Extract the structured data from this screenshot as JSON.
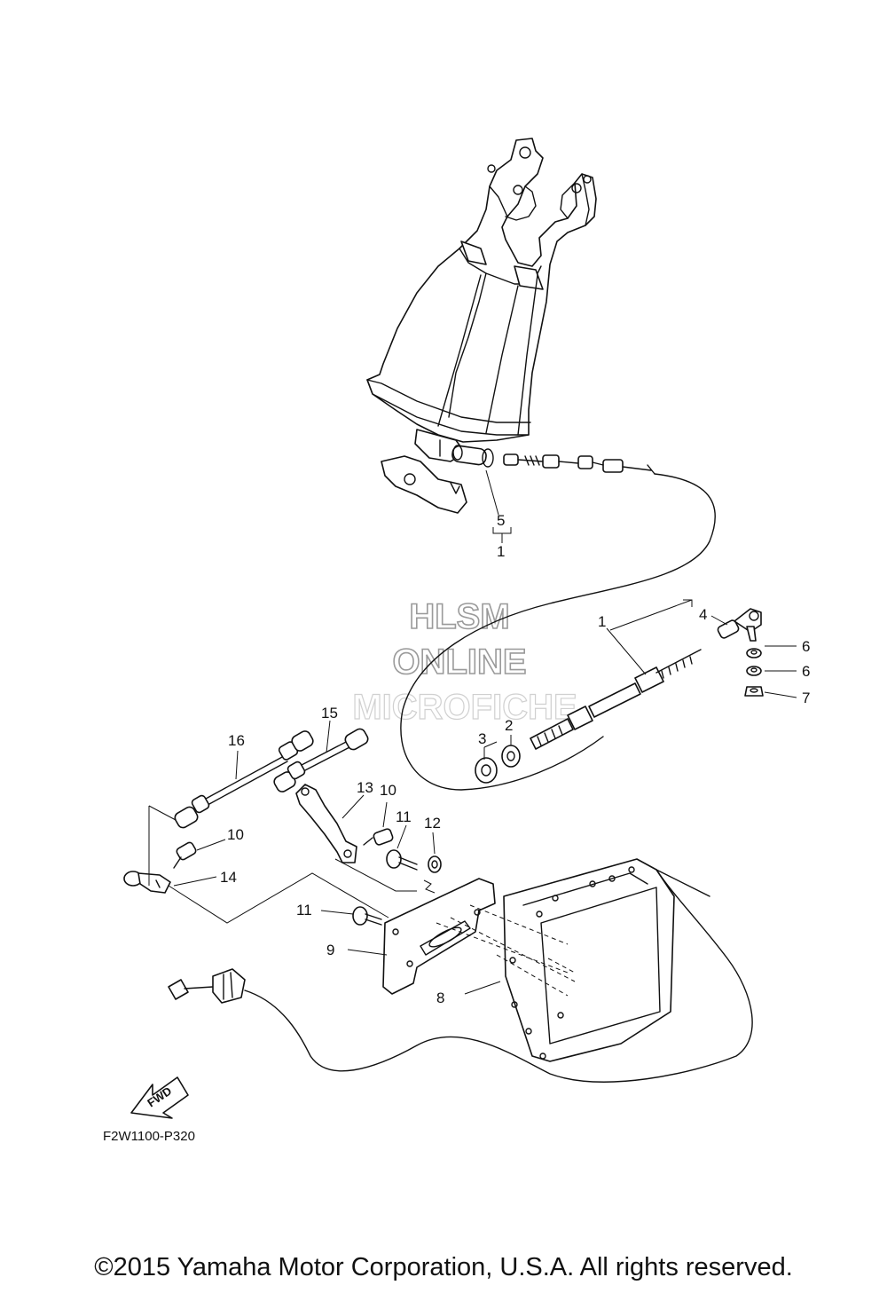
{
  "watermark": {
    "line1": "HLSM",
    "line2": "ONLINE",
    "line3": "MICROFICHE"
  },
  "figure_code": "F2W1100-P320",
  "fwd_label": "FWD",
  "copyright": "©2015 Yamaha Motor Corporation, U.S.A. All rights reserved.",
  "callouts": {
    "c1_top": "1",
    "c5": "5",
    "c1_mid": "1",
    "c4": "4",
    "c6a": "6",
    "c6b": "6",
    "c7": "7",
    "c3": "3",
    "c2": "2",
    "c16": "16",
    "c15": "15",
    "c13": "13",
    "c10a": "10",
    "c10b": "10",
    "c11a": "11",
    "c12": "12",
    "c14": "14",
    "c11b": "11",
    "c9": "9",
    "c8": "8"
  }
}
